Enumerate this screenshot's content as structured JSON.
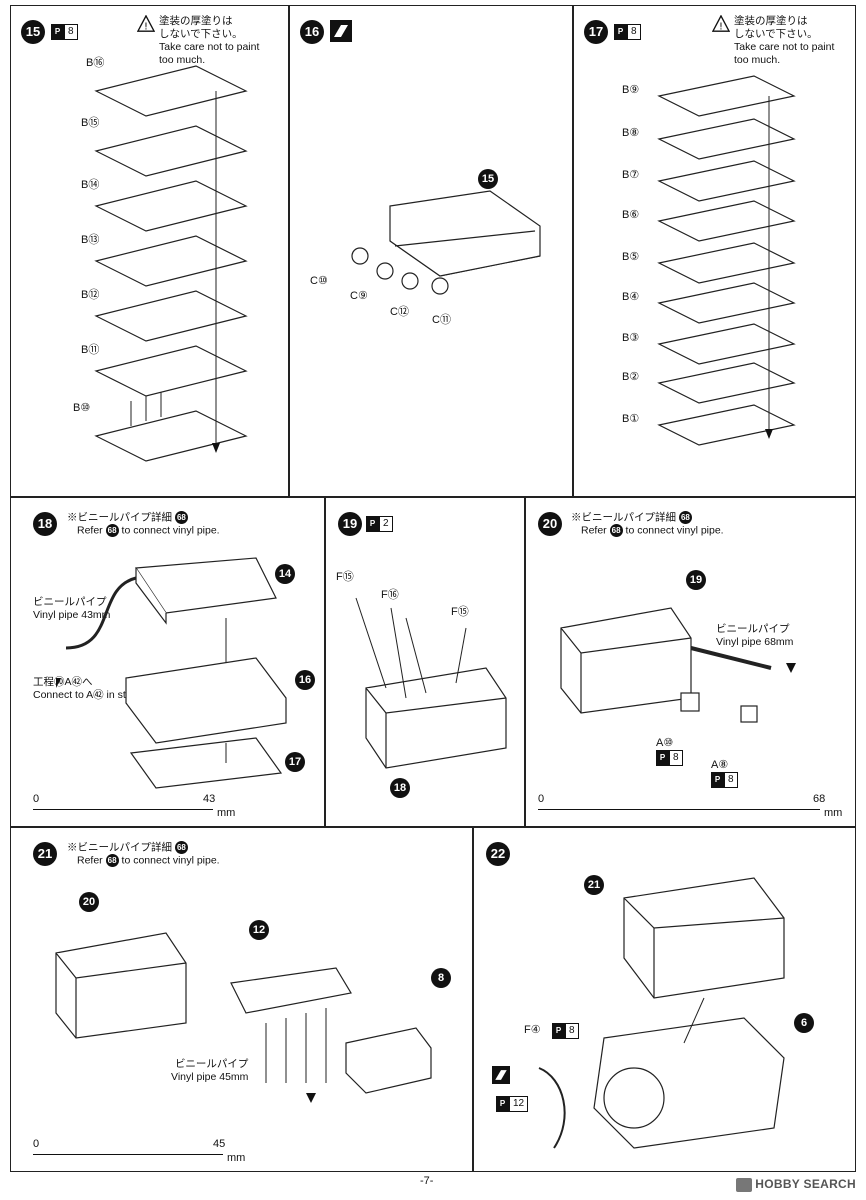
{
  "steps": {
    "s15": {
      "num": "15",
      "paint_value": "8",
      "warn_jp_1": "塗装の厚塗りは",
      "warn_jp_2": "しないで下さい。",
      "warn_en_1": "Take care not to paint",
      "warn_en_2": "too much.",
      "labels": [
        "B⑯",
        "B⑮",
        "B⑭",
        "B⑬",
        "B⑫",
        "B⑪",
        "B⑩"
      ]
    },
    "s16": {
      "num": "16",
      "ref": "15",
      "labels": [
        "C⑩",
        "C⑨",
        "C⑫",
        "C⑪"
      ]
    },
    "s17": {
      "num": "17",
      "paint_value": "8",
      "warn_jp_1": "塗装の厚塗りは",
      "warn_jp_2": "しないで下さい。",
      "warn_en_1": "Take care not to paint",
      "warn_en_2": "too much.",
      "labels": [
        "B⑨",
        "B⑧",
        "B⑦",
        "B⑥",
        "B⑤",
        "B④",
        "B③",
        "B②",
        "B①"
      ]
    },
    "s18": {
      "num": "18",
      "note_jp": "※ビニールパイプ詳細",
      "note_ref": "68",
      "note_en_pre": "Refer",
      "note_en_post": "to connect vinyl pipe.",
      "pipe_jp": "ビニールパイプ",
      "pipe_en": "Vinyl pipe 43mm",
      "connect_jp": "工程㊿A㊷へ",
      "connect_en": "Connect to A㊷ in step ㊿",
      "refs": [
        "14",
        "16",
        "17"
      ],
      "scale_0": "0",
      "scale_n": "43",
      "scale_unit": "mm"
    },
    "s19": {
      "num": "19",
      "paint_value": "2",
      "labels": [
        "F⑮",
        "F⑯",
        "F⑮"
      ],
      "ref": "18"
    },
    "s20": {
      "num": "20",
      "note_jp": "※ビニールパイプ詳細",
      "note_ref": "68",
      "note_en_pre": "Refer",
      "note_en_post": "to connect vinyl pipe.",
      "ref": "19",
      "pipe_jp": "ビニールパイプ",
      "pipe_en": "Vinyl pipe 68mm",
      "label_a10": "A⑩",
      "label_a8": "A⑧",
      "paint_a10": "8",
      "paint_a8": "8",
      "scale_0": "0",
      "scale_n": "68",
      "scale_unit": "mm"
    },
    "s21": {
      "num": "21",
      "note_jp": "※ビニールパイプ詳細",
      "note_ref": "68",
      "note_en_pre": "Refer",
      "note_en_post": "to connect vinyl pipe.",
      "refs": [
        "20",
        "12",
        "8"
      ],
      "pipe_jp": "ビニールパイプ",
      "pipe_en": "Vinyl pipe 45mm",
      "scale_0": "0",
      "scale_n": "45",
      "scale_unit": "mm"
    },
    "s22": {
      "num": "22",
      "refs": [
        "21",
        "6"
      ],
      "label_f4": "F④",
      "paint_f4": "8",
      "paint_2": "12"
    }
  },
  "footer": {
    "page": "-7-"
  },
  "watermark": {
    "text": "HOBBY SEARCH"
  }
}
